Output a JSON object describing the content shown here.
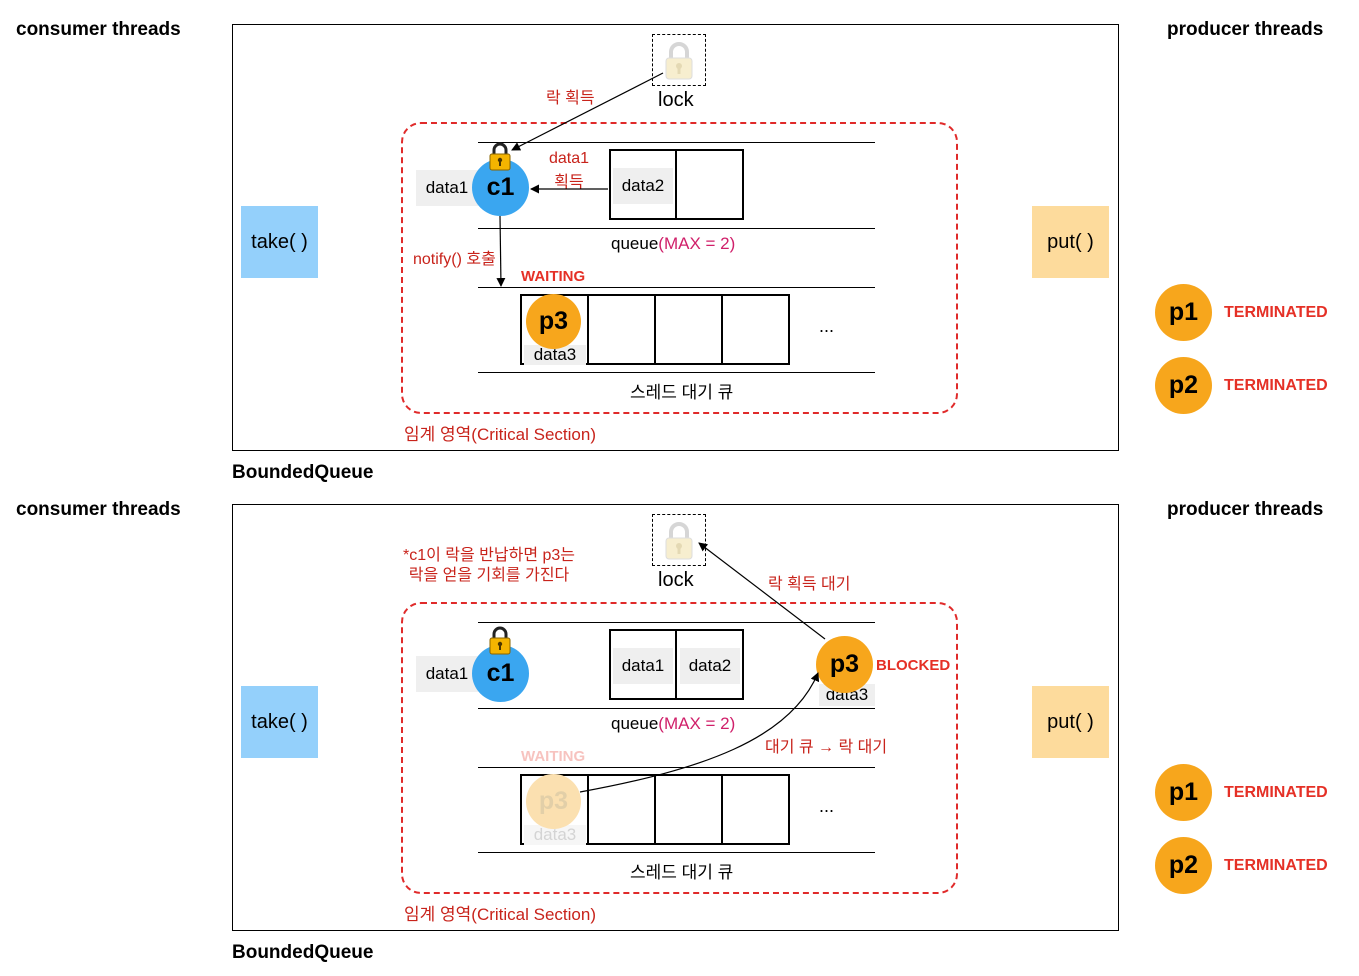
{
  "labels": {
    "consumer": "consumer threads",
    "producer": "producer threads",
    "bounded_queue": "BoundedQueue",
    "take": "take( )",
    "put": "put( )",
    "lock": "lock",
    "queue_prefix": "queue",
    "queue_max": "(MAX = 2)",
    "wait_queue": "스레드 대기 큐",
    "critical_section": "임계 영역(Critical Section)",
    "ellipsis": "...",
    "terminated": "TERMINATED"
  },
  "threads": {
    "c1": "c1",
    "p1": "p1",
    "p2": "p2",
    "p3": "p3"
  },
  "data": {
    "d1": "data1",
    "d2": "data2",
    "d3": "data3"
  },
  "panel1": {
    "acquire_lock": "락 획득",
    "data1_acquire_line1": "data1",
    "data1_acquire_line2": "획득",
    "notify_call": "notify() 호출",
    "waiting": "WAITING"
  },
  "panel2": {
    "note_line1": "*c1이 락을 반납하면 p3는",
    "note_line2": "락을 얻을 기회를 가진다",
    "wait_lock": "락 획득 대기",
    "blocked": "BLOCKED",
    "move_to_lock_wait": "대기 큐 → 락 대기",
    "waiting": "WAITING"
  },
  "colors": {
    "consumer": "#3aa6f0",
    "producer": "#f7a61c",
    "take_bg": "#94d0fb",
    "put_bg": "#fddb9c",
    "critical_border": "#e02a2a",
    "status_red": "#e53026",
    "magenta": "#d0206a"
  },
  "icons": {
    "lock_gray": "lock-icon",
    "lock_gold": "lock-icon"
  }
}
